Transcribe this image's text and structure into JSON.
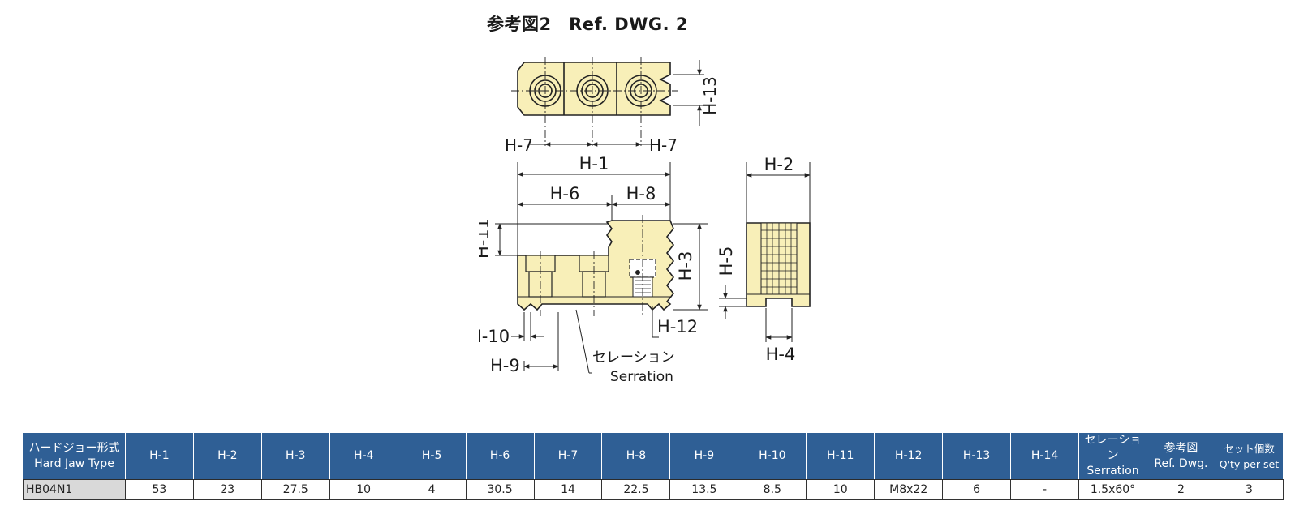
{
  "title": "参考図2　Ref. DWG. 2",
  "drawing": {
    "labels": {
      "h1": "H-1",
      "h2": "H-2",
      "h3": "H-3",
      "h4": "H-4",
      "h5": "H-5",
      "h6": "H-6",
      "h7_left": "H-7",
      "h7_right": "H-7",
      "h8": "H-8",
      "h9": "H-9",
      "h10": "H-10",
      "h11": "H-11",
      "h12": "H-12",
      "h13": "H-13"
    },
    "serration_jp": "セレーション",
    "serration_en": "Serration",
    "colors": {
      "part_fill": "#f8efb8",
      "line": "#222222"
    }
  },
  "table": {
    "header_color": "#2f5f95",
    "headers": [
      {
        "jp": "ハードジョー形式",
        "en": "Hard Jaw Type"
      },
      {
        "jp": "",
        "en": "H-1"
      },
      {
        "jp": "",
        "en": "H-2"
      },
      {
        "jp": "",
        "en": "H-3"
      },
      {
        "jp": "",
        "en": "H-4"
      },
      {
        "jp": "",
        "en": "H-5"
      },
      {
        "jp": "",
        "en": "H-6"
      },
      {
        "jp": "",
        "en": "H-7"
      },
      {
        "jp": "",
        "en": "H-8"
      },
      {
        "jp": "",
        "en": "H-9"
      },
      {
        "jp": "",
        "en": "H-10"
      },
      {
        "jp": "",
        "en": "H-11"
      },
      {
        "jp": "",
        "en": "H-12"
      },
      {
        "jp": "",
        "en": "H-13"
      },
      {
        "jp": "",
        "en": "H-14"
      },
      {
        "jp": "セレーション",
        "en": "Serration"
      },
      {
        "jp": "参考図",
        "en": "Ref. Dwg."
      },
      {
        "jp": "セット個数",
        "en": "Q'ty per set"
      }
    ],
    "rows": [
      [
        "HB04N1",
        "53",
        "23",
        "27.5",
        "10",
        "4",
        "30.5",
        "14",
        "22.5",
        "13.5",
        "8.5",
        "10",
        "M8x22",
        "6",
        "-",
        "1.5x60°",
        "2",
        "3"
      ]
    ]
  }
}
